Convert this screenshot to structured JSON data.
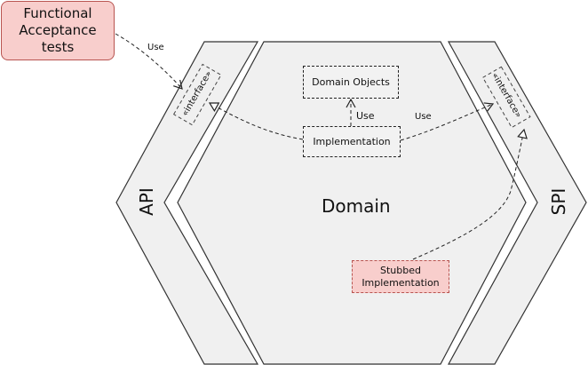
{
  "diagram": {
    "functional_tests": "Functional\nAcceptance\ntests",
    "api_label": "API",
    "spi_label": "SPI",
    "domain_label": "Domain",
    "interface_left": "«interface»",
    "interface_right": "«interface»",
    "domain_objects": "Domain Objects",
    "implementation": "Implementation",
    "stubbed": "Stubbed\nImplementation",
    "use_top": "Use",
    "use_middle": "Use",
    "use_right": "Use"
  },
  "colors": {
    "shape_fill": "#f0f0f0",
    "shape_stroke": "#333333",
    "test_fill": "#f8cecc",
    "test_stroke": "#b85450"
  }
}
